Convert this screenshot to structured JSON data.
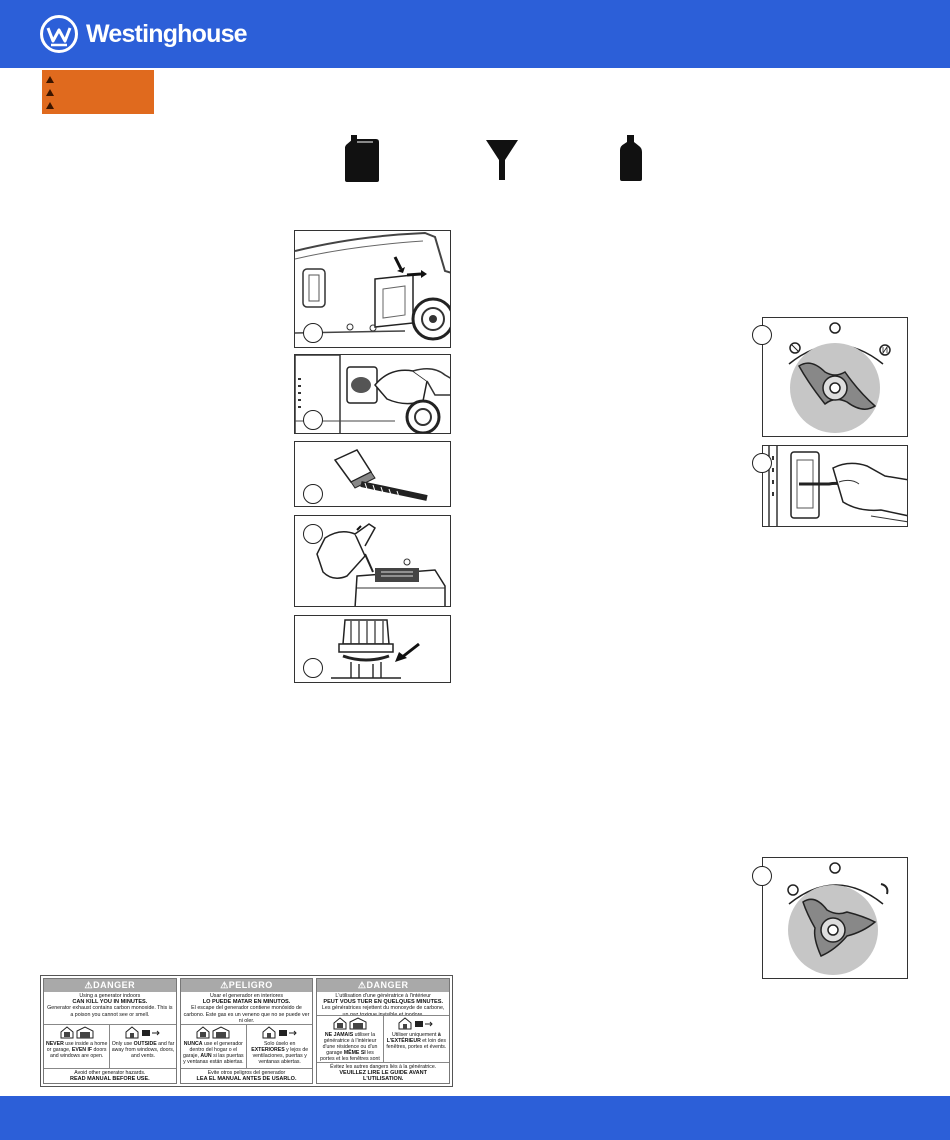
{
  "header": {
    "brand": "Westinghouse"
  },
  "warning": {
    "icons": [
      "warning-triangle-icon",
      "warning-triangle-icon",
      "warning-triangle-icon"
    ]
  },
  "tools": [
    "fuel-can-icon",
    "funnel-icon",
    "oil-bottle-icon"
  ],
  "colors": {
    "brand_blue": "#2c5fd8",
    "warning_orange": "#e06a1e",
    "panel_grey": "#a9a9a9"
  },
  "danger_panel": {
    "en": {
      "heading": "⚠DANGER",
      "intro_line1": "Using a generator indoors",
      "intro_bold": "CAN KILL YOU IN MINUTES.",
      "intro_line2": "Generator exhaust contains carbon monoxide. This is a poison you cannot see or smell.",
      "never_prefix": "NEVER",
      "never_text": "use inside a home or garage,",
      "never_bold": "EVEN IF",
      "never_suffix": "doors and windows are open.",
      "only_prefix": "Only use",
      "only_bold": "OUTSIDE",
      "only_suffix": "and far away from windows, doors, and vents.",
      "foot_line": "Avoid other generator hazards.",
      "foot_bold": "READ MANUAL BEFORE USE."
    },
    "es": {
      "heading": "⚠PELIGRO",
      "intro_line1": "Usar el generador en interiores",
      "intro_bold": "LO PUEDE MATAR EN MINUTOS.",
      "intro_line2": "El escape del generador contiene monóxido de carbono. Este gas es un veneno que no se puede ver ni oler.",
      "never_prefix": "NUNCA",
      "never_text": "use el generador dentro del hogar o el garaje,",
      "never_bold": "AUN",
      "never_suffix": "si las puertas y ventanas están abiertas.",
      "only_prefix": "Solo úselo en",
      "only_bold": "EXTERIORES",
      "only_suffix": "y lejos de ventilaciones, puertas y ventanas abiertas.",
      "foot_line": "Evite otros peligros del generador",
      "foot_bold": "LEA EL MANUAL ANTES DE USARLO."
    },
    "fr": {
      "heading": "⚠DANGER",
      "intro_line1": "L'utilisation d'une génératrice à l'intérieur",
      "intro_bold": "PEUT VOUS TUER EN QUELQUES MINUTES.",
      "intro_line2": "Les génératrices rejettent du monoxyde de carbone, un gaz toxique invisible et inodore.",
      "never_prefix": "NE JAMAIS",
      "never_text": "utiliser la génératrice à l'intérieur d'une résidence ou d'un garage",
      "never_bold": "MÊME SI",
      "never_suffix": "les portes et les fenêtres sont ouvertes.",
      "only_prefix": "Utiliser uniquement",
      "only_bold": "à L'EXTÉRIEUR",
      "only_suffix": "et loin des fenêtres, portes et évents.",
      "foot_line": "Évitez les autres dangers liés à la génératrice.",
      "foot_bold": "VEUILLEZ LIRE LE GUIDE AVANT L'UTILISATION."
    }
  }
}
